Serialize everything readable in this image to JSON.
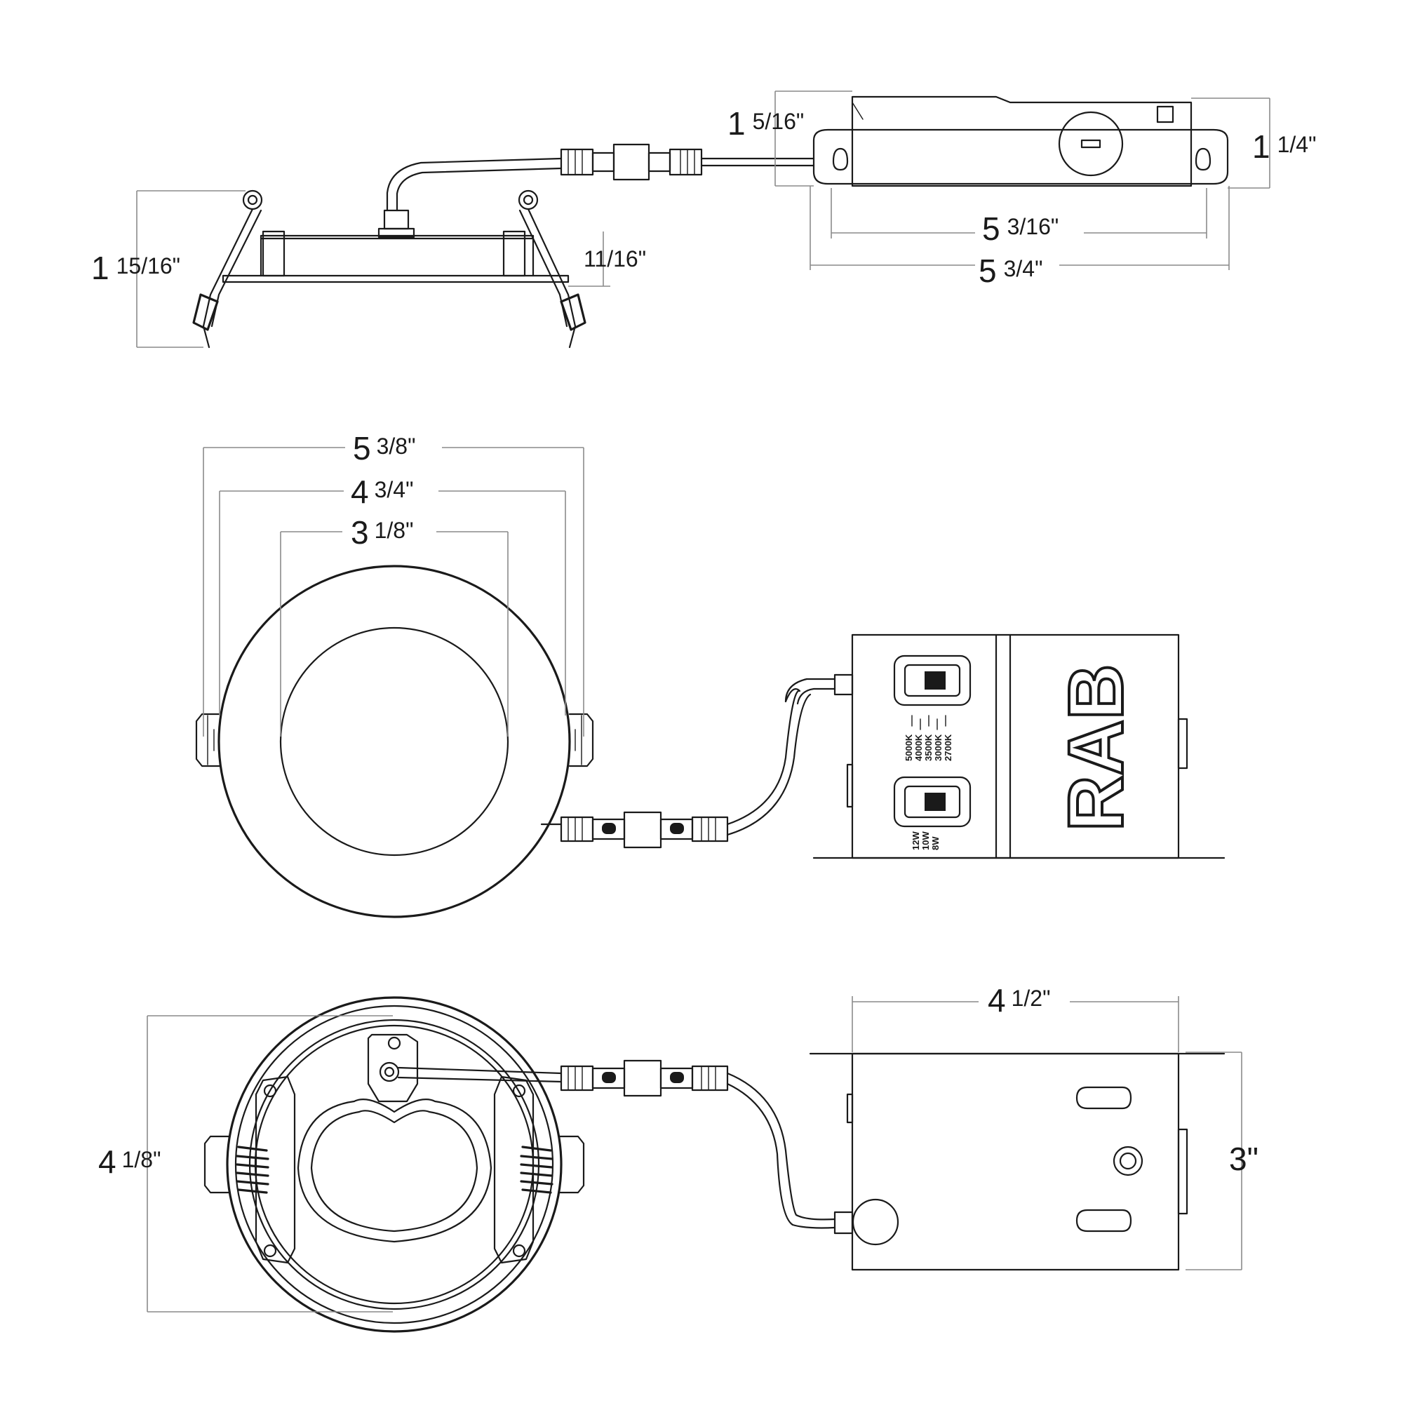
{
  "dimensions": {
    "side_driver_height": {
      "whole": "1",
      "frac": "5/16\""
    },
    "side_box_height": {
      "whole": "1",
      "frac": "1/4\""
    },
    "side_box_inner_width": {
      "whole": "5",
      "frac": "3/16\""
    },
    "side_box_outer_width": {
      "whole": "5",
      "frac": "3/4\""
    },
    "side_fixture_height": {
      "whole": "1",
      "frac": "15/16\""
    },
    "side_trim_height": {
      "whole": "",
      "frac": "11/16\""
    },
    "front_trim_diameter": {
      "whole": "5",
      "frac": "3/8\""
    },
    "front_spring_span": {
      "whole": "4",
      "frac": "3/4\""
    },
    "front_lens_diameter": {
      "whole": "3",
      "frac": "1/8\""
    },
    "back_height": {
      "whole": "4",
      "frac": "1/8\""
    },
    "jbox_width": {
      "whole": "4",
      "frac": "1/2\""
    },
    "jbox_height": {
      "whole": "3\"",
      "frac": ""
    }
  },
  "driver_labels": {
    "cct_options": [
      "5000K",
      "4000K",
      "3500K",
      "3000K",
      "2700K"
    ],
    "wattage_options": [
      "12W",
      "10W",
      "8W"
    ]
  },
  "brand": "RAB"
}
